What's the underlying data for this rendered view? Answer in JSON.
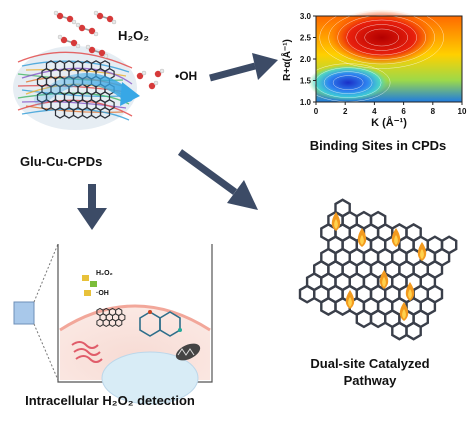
{
  "colors": {
    "arrow": "#3c4b66",
    "sheet": "#3a3f4a",
    "flame": "#f29a1e",
    "flame_core": "#ffd24d",
    "oxygen": "#d63a3a",
    "hydrogen": "#e8e8e8",
    "glow": "#37a7e6"
  },
  "labels": {
    "h2o2": "H₂O₂",
    "oh": "•OH",
    "cpd": "Glu-Cu-CPDs",
    "binding": "Binding Sites in CPDs",
    "pathway_line1": "Dual-site Catalyzed",
    "pathway_line2": "Pathway",
    "detection": "Intracellular H₂O₂ detection",
    "cell_h2o2": "H₂O₂",
    "cell_oh": "·OH"
  },
  "chart_data": {
    "type": "heatmap",
    "xlabel": "K (Å⁻¹)",
    "ylabel": "R+α(Å⁻¹)",
    "xlim": [
      0,
      10
    ],
    "ylim": [
      1.0,
      3.0
    ],
    "x_ticks": [
      "0",
      "2",
      "4",
      "6",
      "8",
      "10"
    ],
    "y_ticks": [
      "1.0",
      "1.5",
      "2.0",
      "2.5",
      "3.0"
    ],
    "peaks": [
      {
        "k": 4.5,
        "r": 2.5,
        "level": "max"
      },
      {
        "k": 2.2,
        "r": 1.45,
        "level": "min"
      }
    ]
  }
}
